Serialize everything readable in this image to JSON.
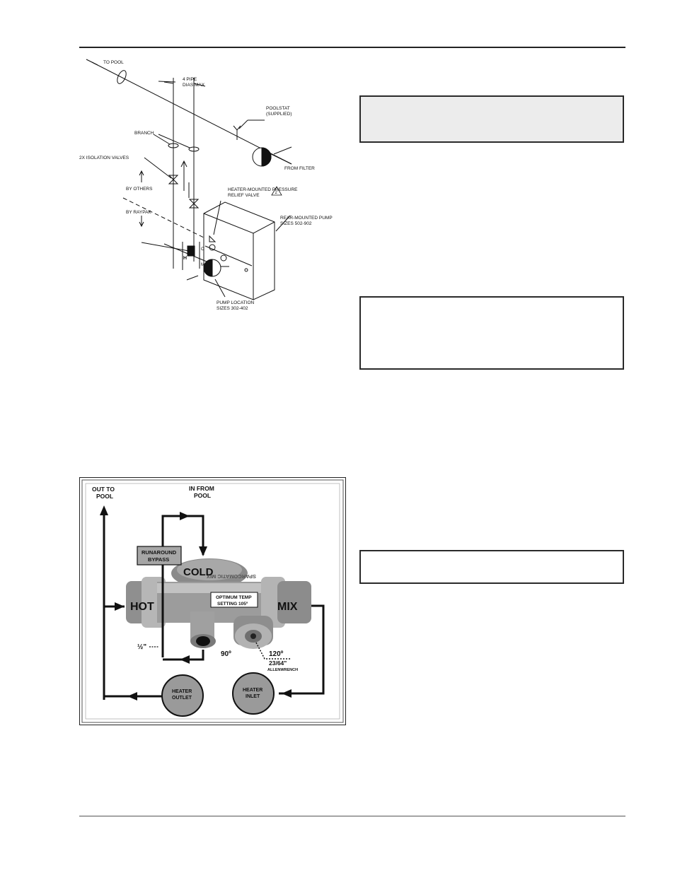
{
  "piping_diagram": {
    "to_pool": "TO POOL",
    "pipe_dia_line1": "4 PIPE",
    "pipe_dia_line2": "DIAS MAX",
    "poolstat_line1": "POOLSTAT",
    "poolstat_line2": "(SUPPLIED)",
    "branch": "BRANCH",
    "isolation_valves": "2X ISOLATION VALVES",
    "from_filter": "FROM FILTER",
    "by_others": "BY OTHERS",
    "by_raypak": "BY RAYPAK",
    "relief_line1": "HEATER-MOUNTED PRESSURE",
    "relief_line2": "RELIEF VALVE",
    "relief_note": "2",
    "rear_pump_line1": "REAR-MOUNTED PUMP",
    "rear_pump_line2": "SIZES 502-902",
    "pump_loc_line1": "PUMP LOCATION",
    "pump_loc_line2": "SIZES 302-402",
    "h_mark": "H",
    "c_mark": "C",
    "m_mark": "M"
  },
  "valve_photo": {
    "out_to_pool_line1": "OUT TO",
    "out_to_pool_line2": "POOL",
    "in_from_pool_line1": "IN FROM",
    "in_from_pool_line2": "POOL",
    "bypass_line1": "RUNAROUND",
    "bypass_line2": "BYPASS",
    "cold": "COLD",
    "hot": "HOT",
    "mix": "MIX",
    "optimum_line1": "OPTIMUM TEMP",
    "optimum_line2": "SETTING 105º",
    "half_inch": "½\"",
    "temp_low": "90º",
    "temp_high": "120º",
    "wrench_size": "23/64\"",
    "wrench_label": "ALLENWRENCH",
    "heater_outlet_line1": "HEATER",
    "heater_outlet_line2": "OUTLET",
    "heater_inlet_line1": "HEATER",
    "heater_inlet_line2": "INLET",
    "body_mark": "SPARCOMATIC MIX"
  }
}
